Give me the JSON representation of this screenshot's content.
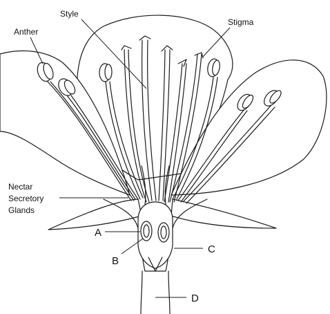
{
  "labels": {
    "style": "Style",
    "stigma": "Stigma",
    "anther": "Anther",
    "nectar_line1": "Nectar",
    "nectar_line2": "Secretory",
    "nectar_line3": "Glands",
    "a": "A",
    "b": "B",
    "c": "C",
    "d": "D"
  }
}
